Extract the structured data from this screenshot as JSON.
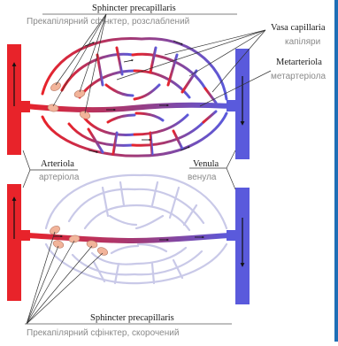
{
  "colors": {
    "artery": "#e8232a",
    "vein": "#5a5adc",
    "edge": "#1e6fb6",
    "sphincter": "#f2b49a",
    "collapsed": "#c9c9e8",
    "line": "#333333"
  },
  "top_panel": {
    "title_en": "Sphincter precapillaris",
    "title_uk": "Прекапілярний сфінктер, розслаблений",
    "capillary_en": "Vasa capillaria",
    "capillary_uk": "капіляри",
    "metarteriole_en": "Metarteriola",
    "metarteriole_uk": "метартеріола"
  },
  "middle_labels": {
    "arteriole_en": "Arteriola",
    "arteriole_uk": "артеріола",
    "venule_en": "Venula",
    "venule_uk": "венула"
  },
  "bottom_panel": {
    "title_en": "Sphincter precapillaris",
    "title_uk": "Прекапілярний сфінктер, скорочений"
  }
}
